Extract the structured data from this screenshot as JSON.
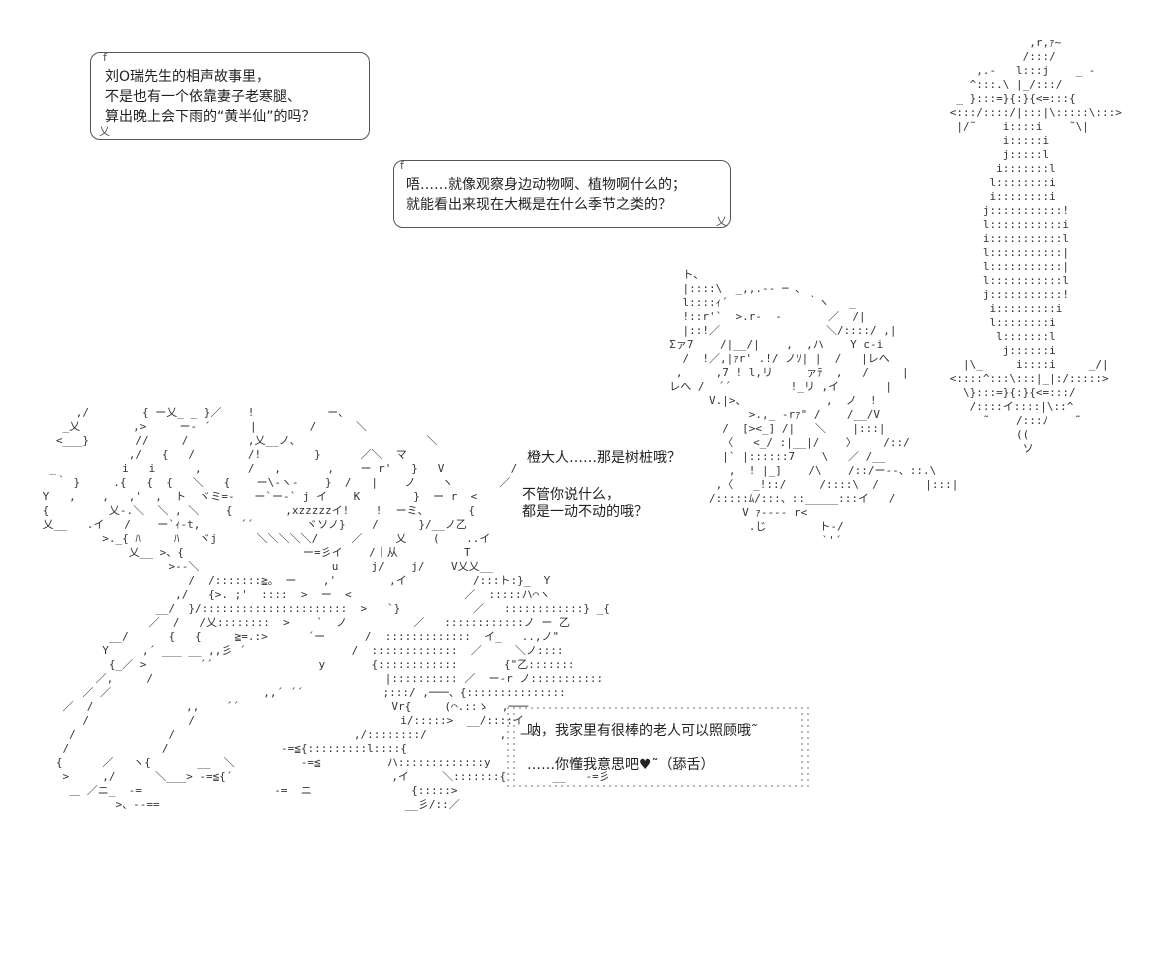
{
  "bubble1": {
    "lines": [
      "刘O瑞先生的相声故事里，",
      "不是也有一个依靠妻子老寒腿、",
      "算出晚上会下雨的“黄半仙”的吗？"
    ]
  },
  "bubble2": {
    "lines": [
      "唔……就像观察身边动物啊、植物啊什么的；",
      "就能看出来现在大概是在什么季节之类的？"
    ]
  },
  "speech": {
    "lines": [
      "橙大人……那是树桩哦？",
      "不管你说什么，",
      "都是一动不动的哦？"
    ]
  },
  "dotted_box": {
    "lines": [
      "呐，我家里有很棒的老人可以照顾哦˜",
      "……你懂我意思吧♥˜（舔舌）"
    ]
  },
  "colors": {
    "text": "#222222",
    "line_art": "#333333",
    "background": "#ffffff"
  }
}
